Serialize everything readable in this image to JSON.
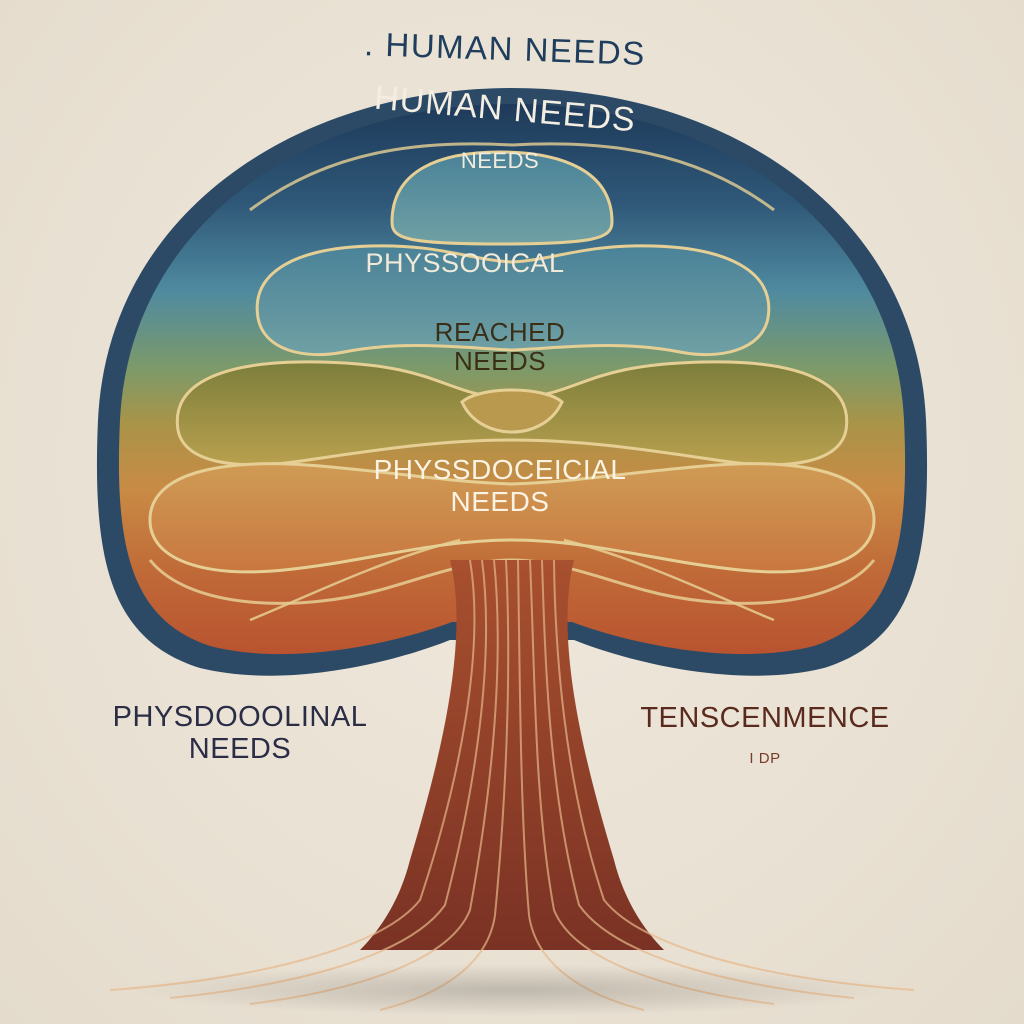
{
  "diagram": {
    "top_title": ". HUMAN NEEDS",
    "crown_title": "HUMAN NEEDS",
    "layer_needs_top": "NEEDS",
    "layer_physiological_1": "PHYSSOOICAL",
    "layer_reached": {
      "line1": "REACHED",
      "line2": "NEEDS"
    },
    "layer_physiological_2": {
      "line1": "PHYSSDOCEICIAL",
      "line2": "NEEDS"
    },
    "left_label": {
      "line1": "PHYSDOOOLINAL",
      "line2": "NEEDS"
    },
    "right_label": {
      "line1": "TENSCENMENCE",
      "line2": "I DP"
    }
  },
  "colors": {
    "background": "#ebe3d6",
    "crown_top": "#2f5878",
    "crown_teal": "#4f8aa0",
    "crown_olive": "#9a8f48",
    "crown_amber": "#c58a45",
    "crown_rust": "#b5532d",
    "trunk": "#8a3a2a",
    "contour": "#e6cf94"
  }
}
